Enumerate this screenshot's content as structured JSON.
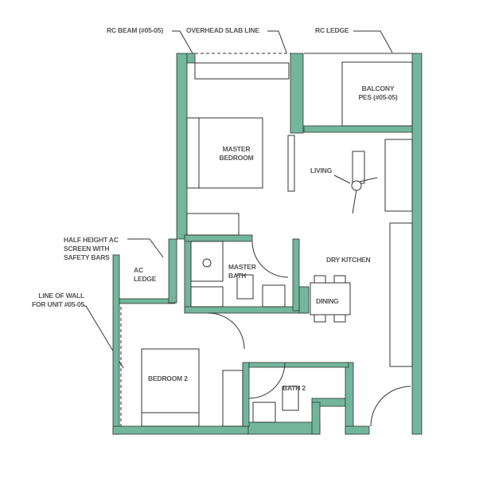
{
  "colors": {
    "wall": "#72b69d",
    "line": "#333333",
    "text": "#555555"
  },
  "labels": {
    "rc_beam": "RC BEAM (#05-05)",
    "overhead_slab": "OVERHEAD SLAB LINE",
    "rc_ledge": "RC LEDGE",
    "balcony": "BALCONY",
    "balcony_pes": "PES (#05-05)",
    "master_bedroom_1": "MASTER",
    "master_bedroom_2": "BEDROOM",
    "living": "LIVING",
    "half_height_1": "HALF HEIGHT AC",
    "half_height_2": "SCREEN WITH",
    "half_height_3": "SAFETY BARS",
    "ac_ledge_1": "AC",
    "ac_ledge_2": "LEDGE",
    "master_bath_1": "MASTER",
    "master_bath_2": "BATH",
    "dry_kitchen": "DRY KITCHEN",
    "dining": "DINING",
    "line_of_wall_1": "LINE OF WALL",
    "line_of_wall_2": "FOR UNIT #05-05",
    "bedroom2": "BEDROOM 2",
    "bath2": "BATH 2"
  }
}
